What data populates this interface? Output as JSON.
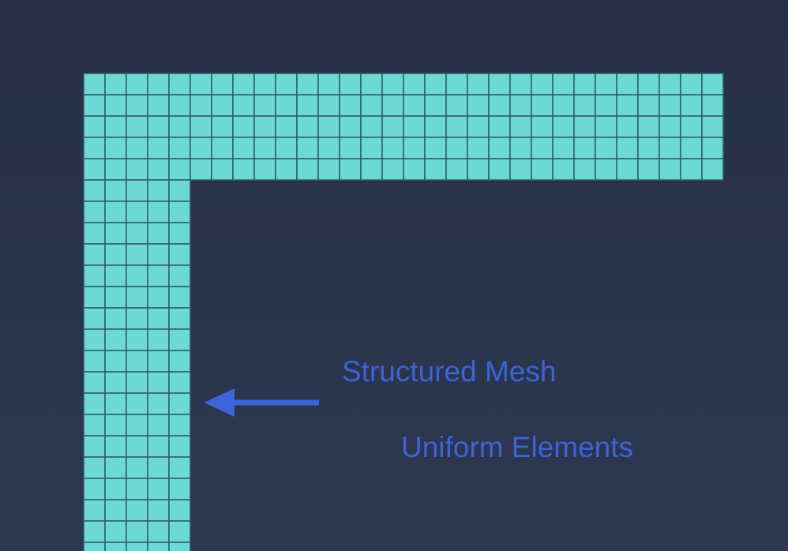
{
  "labels": {
    "mesh_type": "Structured Mesh",
    "element_type": "Uniform Elements"
  },
  "colors": {
    "background": "#2a3349",
    "mesh_cell": "#6dd9d4",
    "mesh_line": "#2f5c63",
    "annotation": "#3d63d9"
  },
  "mesh": {
    "shape": "L",
    "horizontal_leg": {
      "columns": 30,
      "rows": 5
    },
    "vertical_leg": {
      "columns": 5,
      "rows": 18
    }
  }
}
